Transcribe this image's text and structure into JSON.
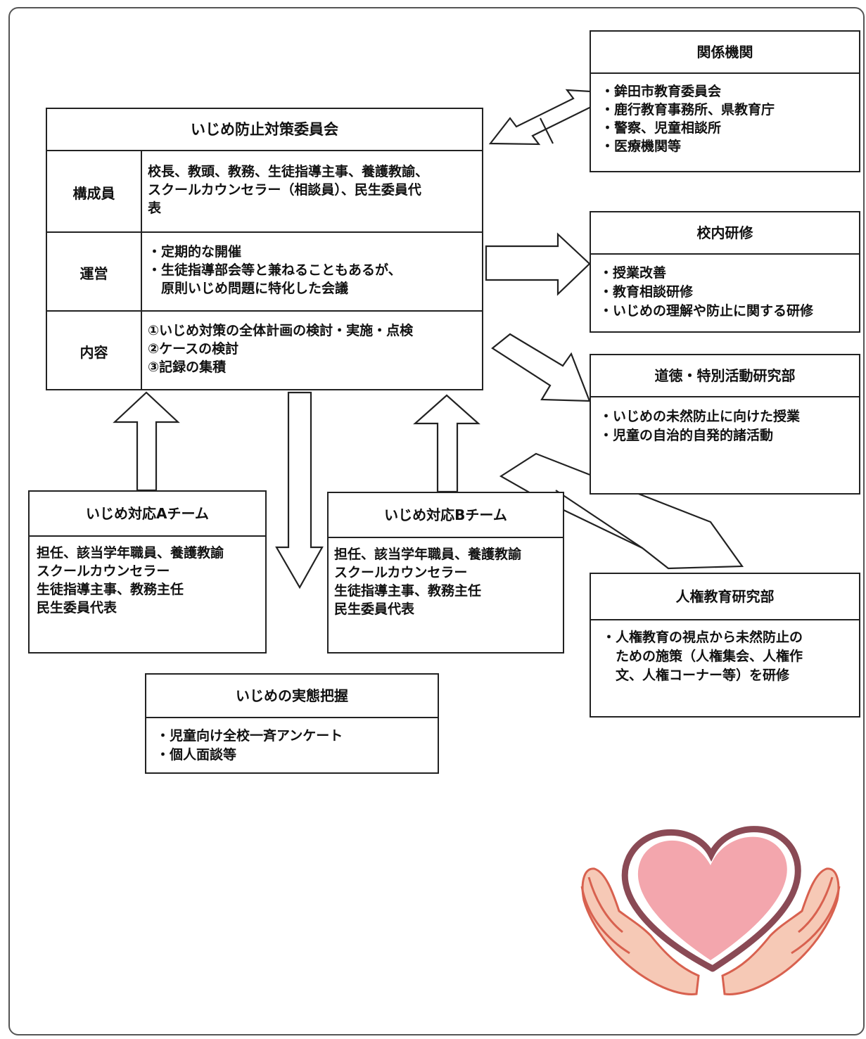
{
  "committee": {
    "title": "いじめ防止対策委員会",
    "rows": [
      {
        "label": "構成員",
        "lines": [
          "校長、教頭、教務、生徒指導主事、養護教諭、",
          "スクールカウンセラー（相談員）、民生委員代",
          "表"
        ]
      },
      {
        "label": "運営",
        "lines": [
          "・定期的な開催",
          "・生徒指導部会等と兼ねることもあるが、",
          "　原則いじめ問題に特化した会議"
        ]
      },
      {
        "label": "内容",
        "lines": [
          "①いじめ対策の全体計画の検討・実施・点検",
          "②ケースの検討",
          "③記録の集積"
        ]
      }
    ]
  },
  "related_orgs": {
    "title": "関係機関",
    "items": [
      "・鉾田市教育委員会",
      "・鹿行教育事務所、県教育庁",
      "・警察、児童相談所",
      "・医療機関等"
    ]
  },
  "training": {
    "title": "校内研修",
    "items": [
      "・授業改善",
      "・教育相談研修",
      "・いじめの理解や防止に関する研修"
    ]
  },
  "moral": {
    "title": "道徳・特別活動研究部",
    "items": [
      "・いじめの未然防止に向けた授業",
      "・児童の自治的自発的諸活動"
    ]
  },
  "human_rights": {
    "title": "人権教育研究部",
    "items": [
      "・人権教育の視点から未然防止の",
      "　ための施策（人権集会、人権作",
      "　文、人権コーナー等）を研修"
    ]
  },
  "team_a": {
    "title": "いじめ対応Aチーム",
    "items": [
      "担任、該当学年職員、養護教諭",
      "スクールカウンセラー",
      "生徒指導主事、教務主任",
      "民生委員代表"
    ]
  },
  "team_b": {
    "title": "いじめ対応Bチーム",
    "items": [
      "担任、該当学年職員、養護教諭",
      "スクールカウンセラー",
      "生徒指導主事、教務主任",
      "民生委員代表"
    ]
  },
  "survey": {
    "title": "いじめの実態把握",
    "items": [
      "・児童向け全校一斉アンケート",
      "・個人面談等"
    ]
  },
  "colors": {
    "heart_fill": "#f3a6ad",
    "heart_outline": "#8a4a55",
    "hands": "#f6c9b6",
    "hands_line": "#d8614f"
  }
}
